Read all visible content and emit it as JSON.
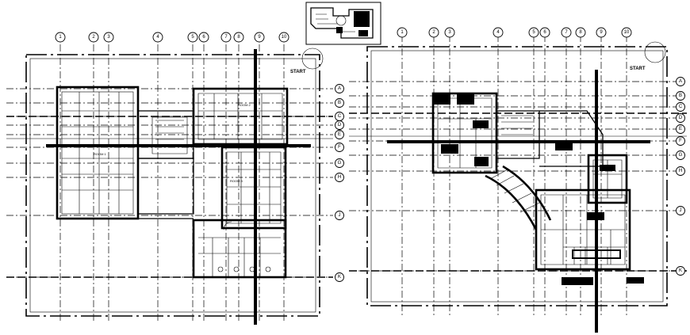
{
  "left_plan": {
    "col_labels": [
      "1",
      "2",
      "3",
      "4",
      "5",
      "6",
      "7",
      "8",
      "9",
      "10"
    ],
    "row_labels": [
      "A",
      "B",
      "C",
      "D",
      "E",
      "F",
      "G",
      "H",
      "J",
      "K"
    ],
    "start_label": "START",
    "room_labels": [
      "ROOM 1",
      "ROOM 2",
      "ROOM 3"
    ]
  },
  "right_plan": {
    "col_labels": [
      "1",
      "2",
      "3",
      "4",
      "5",
      "6",
      "7",
      "8",
      "9",
      "10"
    ],
    "row_labels": [
      "A",
      "B",
      "C",
      "D",
      "E",
      "F",
      "G",
      "H",
      "J",
      "K"
    ],
    "start_label": "START"
  }
}
